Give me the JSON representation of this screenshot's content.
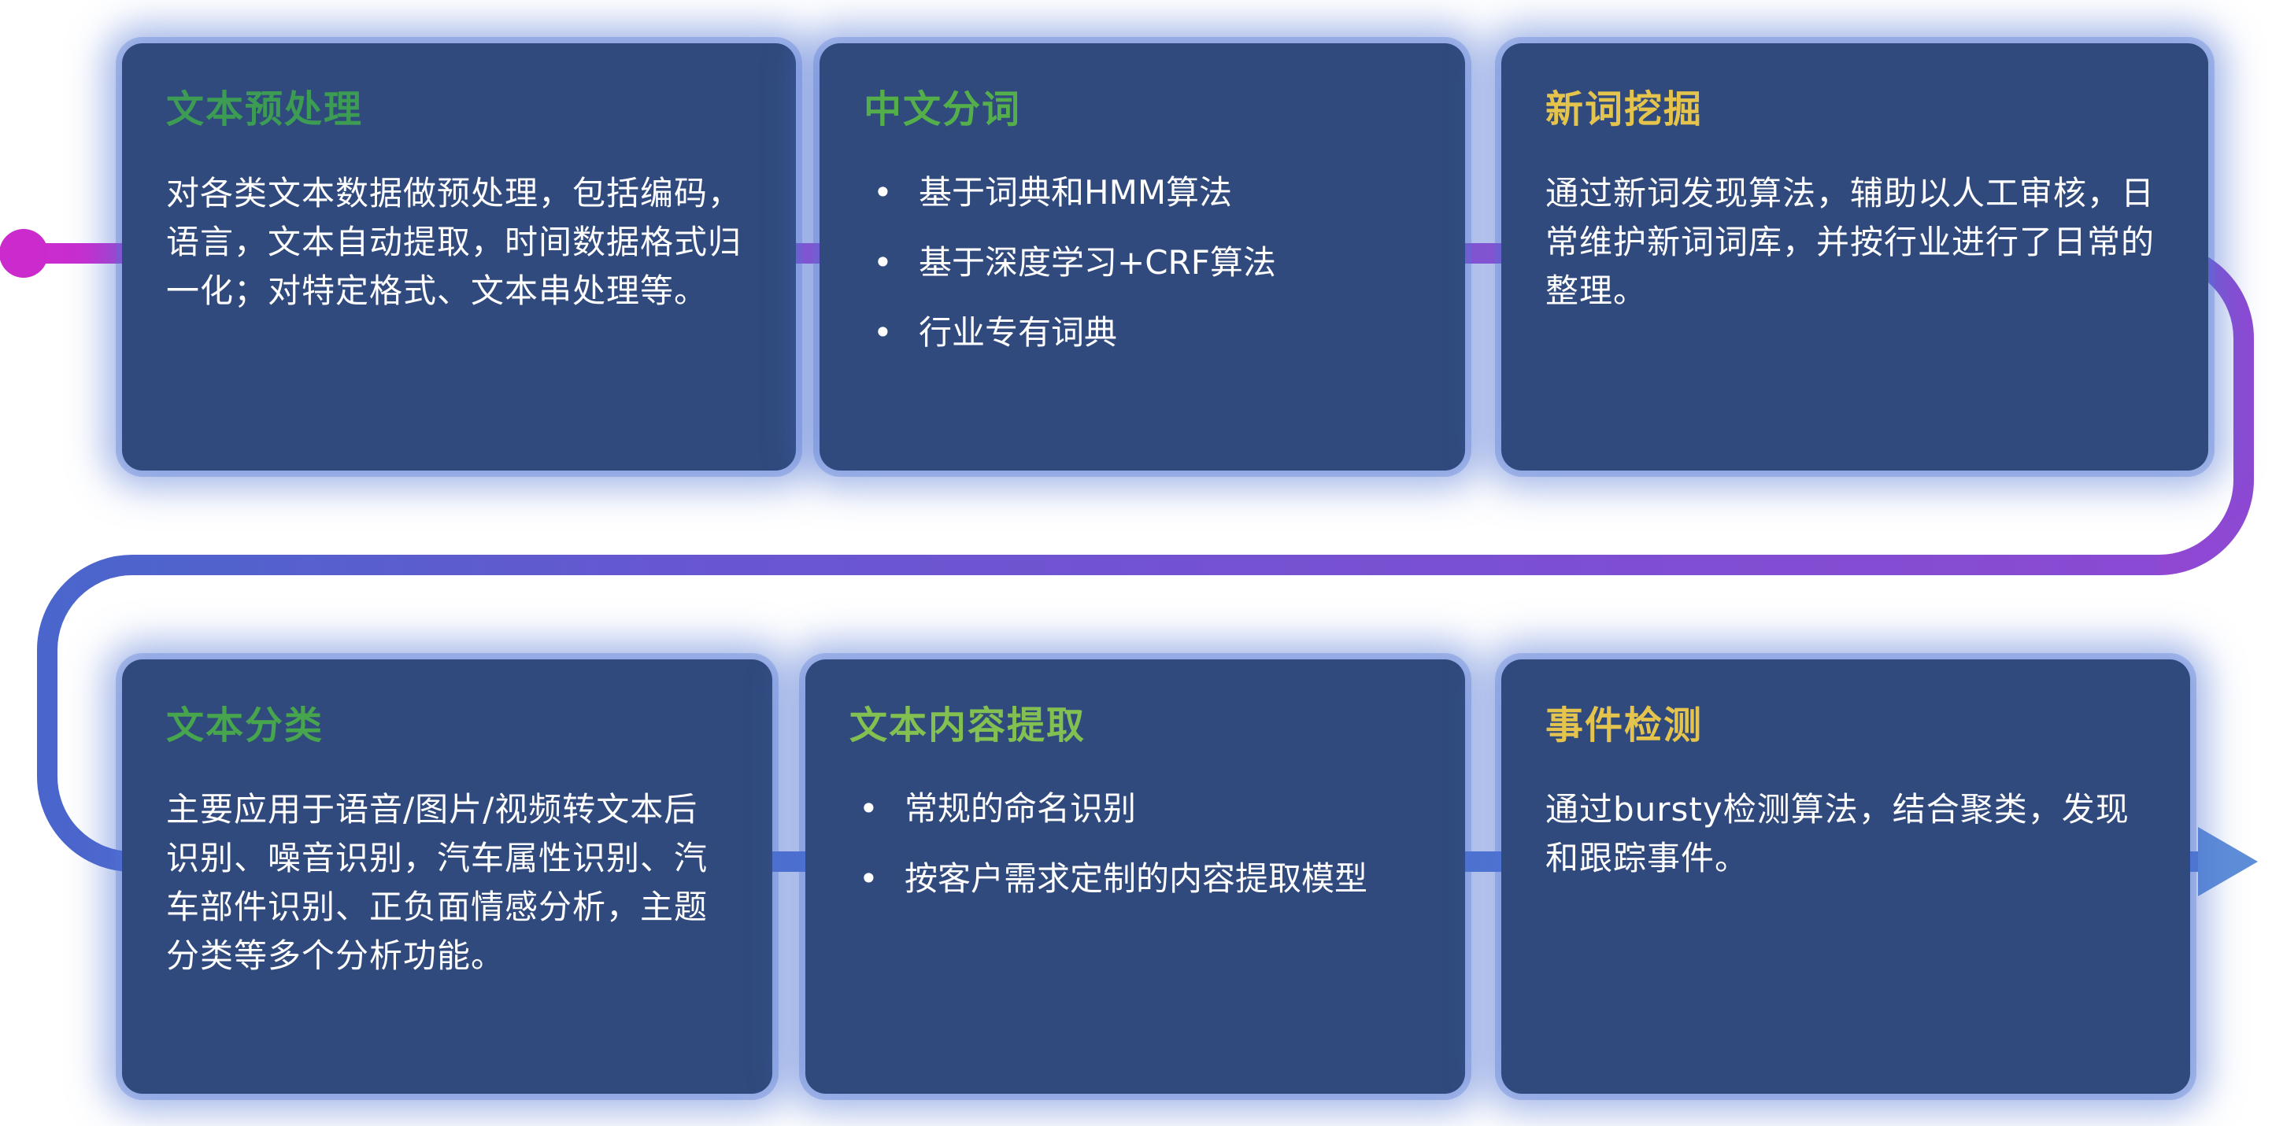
{
  "flow": {
    "magenta": "#cb2ccf",
    "purple": "#8d49d3",
    "violet": "#6657d0",
    "blue": "#4a66cc",
    "blue_light": "#5079d0",
    "arrow": "#5f8ed8",
    "start_dot": "#cb2acd"
  },
  "card_style": {
    "background": "#304a7d",
    "glow": "#4f73d2",
    "text_color": "#ffffff"
  },
  "cards": [
    {
      "id": "text-preprocessing",
      "title": "文本预处理",
      "title_color": "#3d9c54",
      "body": "对各类文本数据做预处理，包括编码，语言，文本自动提取，时间数据格式归一化；对特定格式、文本串处理等。",
      "bullets": []
    },
    {
      "id": "chinese-word-segmentation",
      "title": "中文分词",
      "title_color": "#54af4b",
      "body": "",
      "bullets": [
        "基于词典和HMM算法",
        "基于深度学习+CRF算法",
        "行业专有词典"
      ]
    },
    {
      "id": "new-word-mining",
      "title": "新词挖掘",
      "title_color": "#e4c44c",
      "body": "通过新词发现算法，辅助以人工审核，日常维护新词词库，并按行业进行了日常的整理。",
      "bullets": []
    },
    {
      "id": "text-classification",
      "title": "文本分类",
      "title_color": "#47a54d",
      "body": "主要应用于语音/图片/视频转文本后识别、噪音识别，汽车属性识别、汽车部件识别、正负面情感分析，主题分类等多个分析功能。",
      "bullets": []
    },
    {
      "id": "text-content-extraction",
      "title": "文本内容提取",
      "title_color": "#82c151",
      "body": "",
      "bullets": [
        "常规的命名识别",
        "按客户需求定制的内容提取模型"
      ]
    },
    {
      "id": "event-detection",
      "title": "事件检测",
      "title_color": "#e4c44c",
      "body": "通过bursty检测算法，结合聚类，发现和跟踪事件。",
      "bullets": []
    }
  ]
}
